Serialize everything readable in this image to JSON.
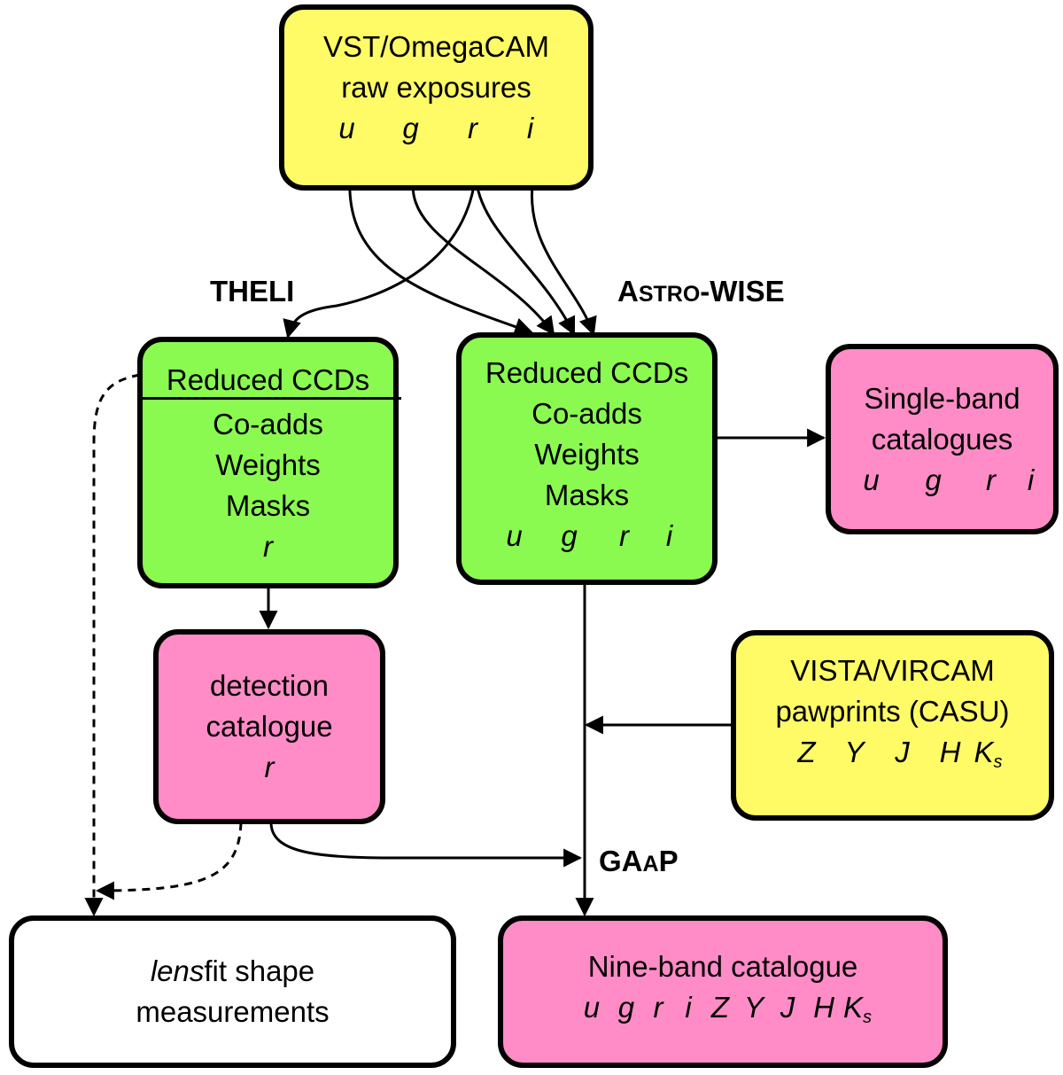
{
  "nodes": {
    "raw": {
      "line1": "VST/OmegaCAM",
      "line2": "raw exposures",
      "bands": [
        "u",
        "g",
        "r",
        "i"
      ]
    },
    "theli": {
      "header": "Reduced CCDs",
      "lines": [
        "Co-adds",
        "Weights",
        "Masks"
      ],
      "band": "r"
    },
    "astrowise": {
      "lines": [
        "Reduced CCDs",
        "Co-adds",
        "Weights",
        "Masks"
      ],
      "bands": [
        "u",
        "g",
        "r",
        "i"
      ]
    },
    "single_band": {
      "line1": "Single-band",
      "line2": "catalogues",
      "bands": [
        "u",
        "g",
        "r",
        "i"
      ]
    },
    "detection": {
      "line1": "detection",
      "line2": "catalogue",
      "band": "r"
    },
    "vista": {
      "line1": "VISTA/VIRCAM",
      "line2": "pawprints (CASU)",
      "bands": [
        "Z",
        "Y",
        "J",
        "H"
      ],
      "ks_main": "K",
      "ks_sub": "s"
    },
    "lensfit": {
      "italic": "lens",
      "rest": "fit shape",
      "line2": "measurements"
    },
    "nine_band": {
      "line1": "Nine-band catalogue",
      "bands": [
        "u",
        "g",
        "r",
        "i",
        "Z",
        "Y",
        "J",
        "H"
      ],
      "ks_main": "K",
      "ks_sub": "s"
    }
  },
  "labels": {
    "theli": "THELI",
    "astrowise_a": "A",
    "astrowise_stro": "STRO",
    "astrowise_rest": "-WISE",
    "gaap_ga": "GA",
    "gaap_a": "A",
    "gaap_p": "P"
  },
  "colors": {
    "input": "#fffb66",
    "processing": "#8afa50",
    "catalogue": "#ff8cc6",
    "output": "#ffffff"
  }
}
